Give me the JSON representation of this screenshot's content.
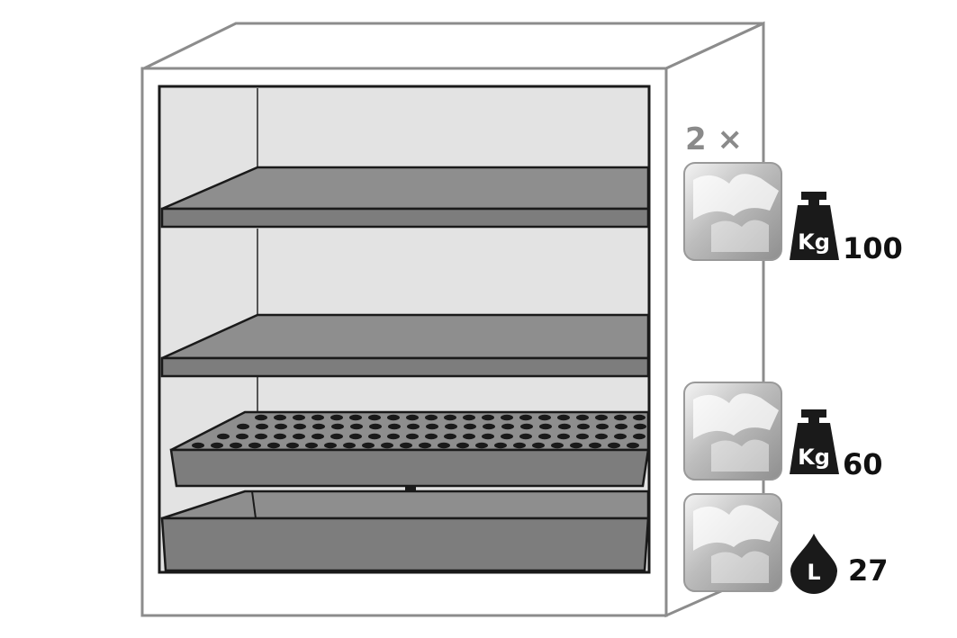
{
  "multiplier": "2 ×",
  "specs": [
    {
      "icon": "kg-weight-icon",
      "value": "100",
      "unit_letter": "Kg"
    },
    {
      "icon": "kg-weight-icon",
      "value": "60",
      "unit_letter": "Kg"
    },
    {
      "icon": "liter-drop-icon",
      "value": "27",
      "unit_letter": "L"
    }
  ],
  "colors": {
    "cabinet_outline": "#8c8c8c",
    "interior_bg": "#e3e3e3",
    "shelf_fill": "#8e8e8e",
    "shelf_dark": "#6e6e6e",
    "icon_fill": "#1a1a1a",
    "arrow_fill": "#1a1a1a"
  }
}
